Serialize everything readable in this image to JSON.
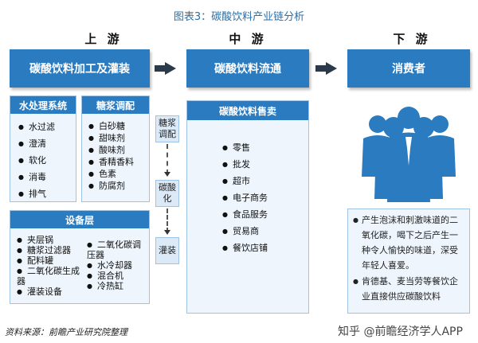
{
  "title": "图表3：碳酸饮料产业链分析",
  "stages": {
    "upstream_label": "上 游",
    "midstream_label": "中 游",
    "downstream_label": "下 游"
  },
  "upstream": {
    "box": "碳酸饮料加工及灌装",
    "water": {
      "title": "水处理系统",
      "items": [
        "水过滤",
        "澄清",
        "软化",
        "消毒",
        "排气"
      ]
    },
    "syrup": {
      "title": "糖浆调配",
      "items": [
        "白砂糖",
        "甜味剂",
        "酸味剂",
        "香精香料",
        "色素",
        "防腐剂"
      ]
    },
    "process": [
      "糖浆调配",
      "碳酸化",
      "灌装"
    ],
    "equipment": {
      "title": "设备层",
      "left_items": [
        "夹层锅",
        "糖浆过滤器",
        "配料罐",
        "二氧化碳生成器",
        "灌装设备"
      ],
      "right_items": [
        "二氧化碳调压器",
        "水冷却器",
        "混合机",
        "冷热缸"
      ]
    }
  },
  "midstream": {
    "box": "碳酸饮料流通",
    "sales": {
      "title": "碳酸饮料售卖",
      "items": [
        "零售",
        "批发",
        "超市",
        "电子商务",
        "食品服务",
        "贸易商",
        "餐饮店铺"
      ]
    }
  },
  "downstream": {
    "box": "消费者",
    "notes": [
      "产生泡沫和刺激味道的二氧化碳，喝下之后产生一种令人愉快的味道，深受年轻人喜爱。",
      "肯德基、麦当劳等餐饮企业直接供应碳酸饮料"
    ]
  },
  "footer": {
    "source": "资料来源：前瞻产业研究院整理",
    "watermark": "知乎 @前瞻经济学人APP"
  },
  "colors": {
    "accent": "#2b7bc0",
    "panel_bg": "#eef5fc",
    "text": "#222222"
  }
}
